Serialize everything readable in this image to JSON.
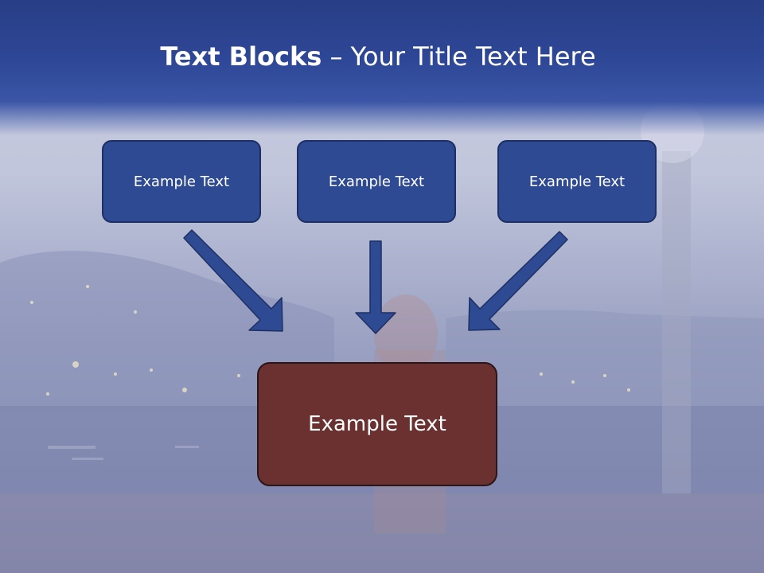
{
  "title": {
    "bold": "Text Blocks",
    "separator": " – ",
    "rest": "Your Title Text Here"
  },
  "blocks": {
    "left": "Example Text",
    "center": "Example Text",
    "right": "Example Text",
    "bottom": "Example Text"
  },
  "colors": {
    "header_blue": "#2e4797",
    "block_blue": "#2e4a92",
    "block_border": "#1d2f63",
    "bottom_block": "#6b3030",
    "arrow": "#2e4a92"
  },
  "background": {
    "description_icon": "night-harbor-photo"
  }
}
